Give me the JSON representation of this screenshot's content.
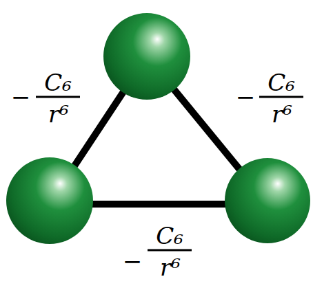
{
  "diagram": {
    "labels": [
      "−",
      "C₆",
      "r⁶",
      "−",
      "C₆",
      "r⁶",
      "−",
      "C₆",
      "r⁶"
    ]
  }
}
